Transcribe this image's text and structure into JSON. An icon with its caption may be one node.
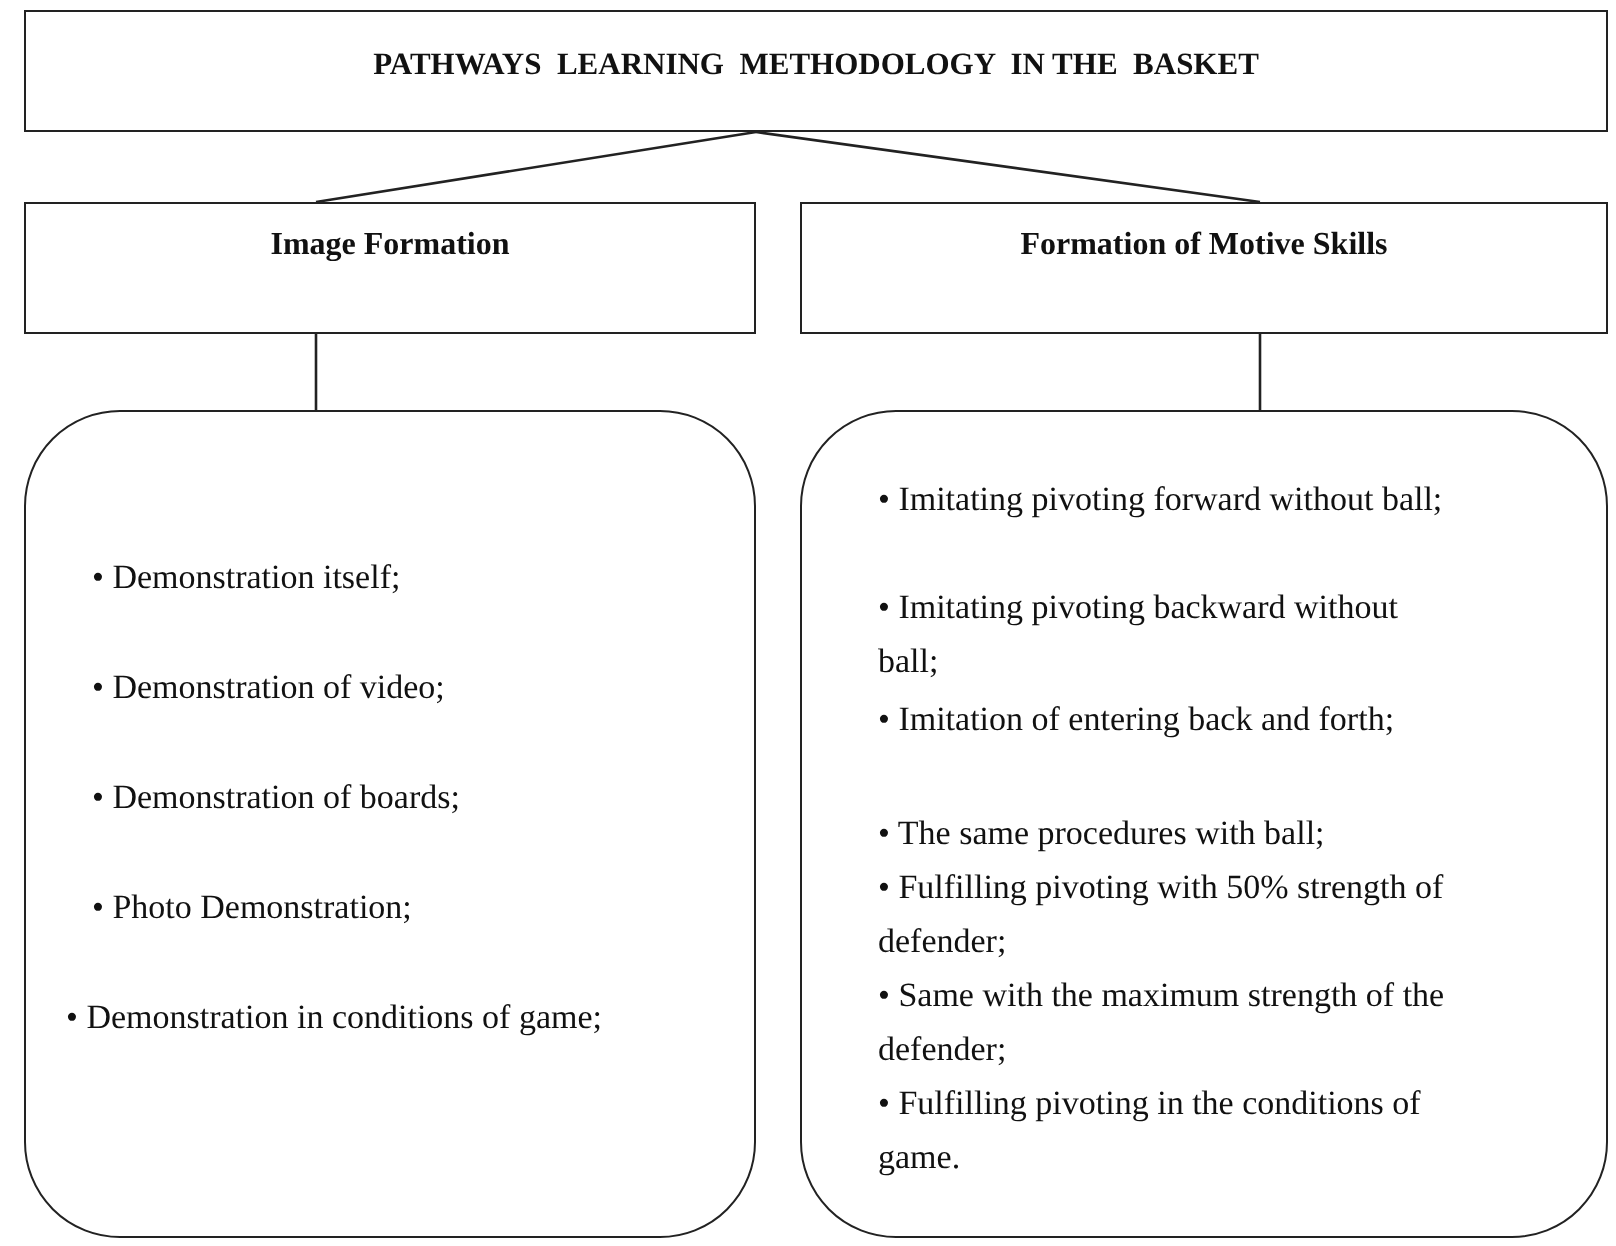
{
  "diagram": {
    "nodes": [
      {
        "text": [
          "PATHWAYS  LEARNING  METHODOLOGY  IN THE  BASKET"
        ]
      },
      {
        "text": [
          "Image Formation"
        ]
      },
      {
        "text": [
          "Formation of Motive Skills"
        ]
      },
      {
        "text": [
          "• Demonstration itself;",
          "• Demonstration of video;",
          "• Demonstration of boards;",
          "• Photo Demonstration;",
          "• Demonstration in conditions of game;"
        ]
      },
      {
        "text": [
          "• Imitating pivoting forward without ball;",
          "• Imitating pivoting backward without ball;",
          "• Imitation of entering back and forth;",
          "• The same procedures with ball;",
          "• Fulfilling pivoting with 50% strength of defender;",
          "• Same with the maximum strength of the defender;",
          "• Fulfilling pivoting in the conditions of game."
        ]
      }
    ],
    "edges": [
      {
        "from": 0,
        "to": 1,
        "arrow": "none"
      },
      {
        "from": 0,
        "to": 2,
        "arrow": "none"
      },
      {
        "from": 1,
        "to": 3,
        "arrow": "none"
      },
      {
        "from": 2,
        "to": 4,
        "arrow": "none"
      }
    ]
  }
}
